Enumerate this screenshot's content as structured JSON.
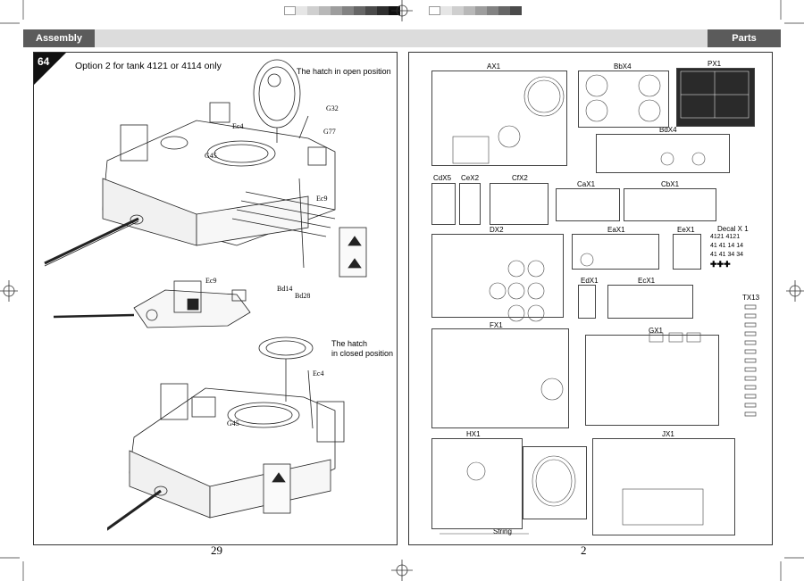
{
  "header": {
    "left_title": "Assembly",
    "right_title": "Parts"
  },
  "left_page": {
    "step_number": "64",
    "option_text": "Option 2 for tank 4121 or 4114 only",
    "open_note": "The hatch in open position",
    "closed_note_line1": "The hatch",
    "closed_note_line2": "in closed position",
    "part_labels": [
      "G32",
      "G77",
      "Ec4",
      "G45",
      "Ec9",
      "Bd14",
      "Bd28",
      "Ec9",
      "Ec4",
      "G45"
    ],
    "page_number": "29"
  },
  "right_page": {
    "sprues": [
      "AX1",
      "BbX4",
      "PX1",
      "BdX4",
      "CdX5",
      "CeX2",
      "CfX2",
      "CaX1",
      "CbX1",
      "DX2",
      "EaX1",
      "EeX1",
      "Decal X 1",
      "EdX1",
      "EcX1",
      "TX13",
      "FX1",
      "GX1",
      "HX1",
      "JX1",
      "String"
    ],
    "decal_lines": [
      "4121 4121",
      "41 41 14 14",
      "41 41 34 34"
    ],
    "page_number": "2"
  },
  "colors": {
    "header_band": "#dcdcdc",
    "header_dark": "#5b5b5b",
    "line": "#333333"
  }
}
